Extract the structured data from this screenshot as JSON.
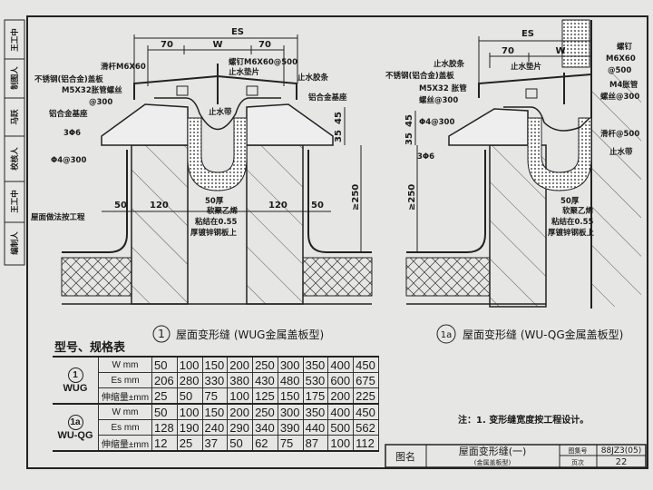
{
  "side_strip": [
    "王工中",
    "制图人",
    "马跃",
    "校核人",
    "王工中",
    "编制人"
  ],
  "detail1": {
    "dims": {
      "es": "ES",
      "w": "W",
      "left70": "70",
      "right70": "70",
      "d50a": "50",
      "d120a": "120",
      "d120b": "120",
      "d50b": "50",
      "d35": "35",
      "d45": "45",
      "d250": "≥250"
    },
    "labels": {
      "slide_rod": "滑杆M6X60",
      "screw": "螺钉M6X60@500",
      "washer": "止水垫片",
      "cover": "不锈钢(铝合金)盖板",
      "strip": "止水胶条",
      "bolt": "M5X32胀管螺丝",
      "bolt_spacing": "@300",
      "base_r": "铝合金基座",
      "waterstop": "止水带",
      "base_l": "铝合金基座",
      "rebar": "3Φ6",
      "tie": "Φ4@300",
      "roof": "屋面做法按工程",
      "foam1": "50厚",
      "foam2": "软聚乙烯",
      "foam3": "粘结在0.55",
      "foam4": "厚镀锌钢板上"
    },
    "caption_no": "1",
    "caption": "屋面变形缝 (WUG金属盖板型)"
  },
  "detail1a": {
    "dims": {
      "es": "ES",
      "w": "W",
      "d70": "70",
      "d45": "45",
      "d35": "35",
      "d250": "≥250"
    },
    "labels": {
      "screw1": "螺钉",
      "screw2": "M6X60",
      "screw3": "@500",
      "anchor1": "M4胀管",
      "anchor2": "螺丝@300",
      "strip": "止水胶条",
      "cover": "不锈钢(铝合金)盖板",
      "washer": "止水垫片",
      "bolt1": "M5X32 胀管",
      "bolt2": "螺丝@300",
      "tie": "Φ4@300",
      "rebar": "3Φ6",
      "slide": "滑杆@500",
      "waterstop": "止水带",
      "foam1": "50厚",
      "foam2": "软聚乙烯",
      "foam3": "粘结在0.55",
      "foam4": "厚镀锌钢板上"
    },
    "caption_no": "1a",
    "caption": "屋面变形缝 (WU-QG金属盖板型)"
  },
  "spec_table": {
    "title": "型号、规格表",
    "groups": [
      {
        "no": "1",
        "name": "WUG",
        "rows": [
          {
            "label": "W mm",
            "values": [
              "50",
              "100",
              "150",
              "200",
              "250",
              "300",
              "350",
              "400",
              "450"
            ]
          },
          {
            "label": "Es mm",
            "values": [
              "206",
              "280",
              "330",
              "380",
              "430",
              "480",
              "530",
              "600",
              "675"
            ]
          },
          {
            "label": "伸缩量±mm",
            "values": [
              "25",
              "50",
              "75",
              "100",
              "125",
              "150",
              "175",
              "200",
              "225"
            ]
          }
        ]
      },
      {
        "no": "1a",
        "name": "WU-QG",
        "rows": [
          {
            "label": "W mm",
            "values": [
              "50",
              "100",
              "150",
              "200",
              "250",
              "300",
              "350",
              "400",
              "450"
            ]
          },
          {
            "label": "Es mm",
            "values": [
              "128",
              "190",
              "240",
              "290",
              "340",
              "390",
              "440",
              "500",
              "562"
            ]
          },
          {
            "label": "伸缩量±mm",
            "values": [
              "12",
              "25",
              "37",
              "50",
              "62",
              "75",
              "87",
              "100",
              "112"
            ]
          }
        ]
      }
    ]
  },
  "note": "注：1. 变形缝宽度按工程设计。",
  "title_block": {
    "name_label": "图名",
    "name": "屋面变形缝(一)",
    "subname": "(金属盖板型)",
    "atlas_label": "图集号",
    "atlas": "88JZ3(05)",
    "page_label": "页次",
    "page": "22"
  }
}
